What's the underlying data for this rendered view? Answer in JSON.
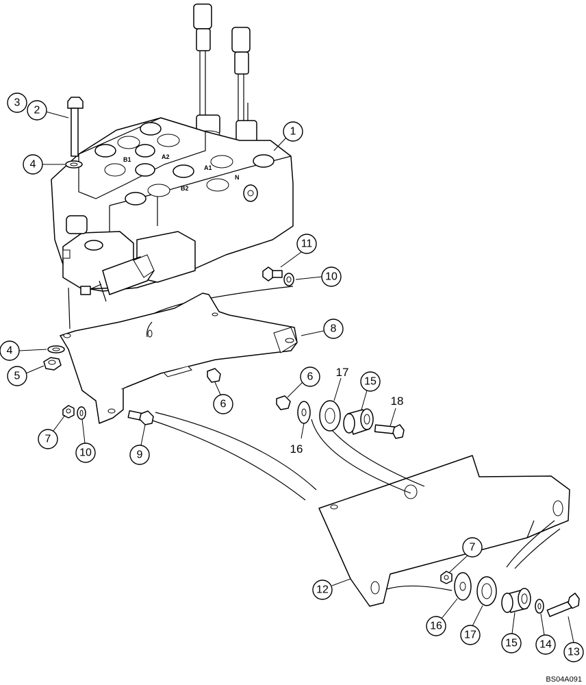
{
  "drawing_id": "BS04A091",
  "callouts": [
    {
      "label": "1"
    },
    {
      "label": "2"
    },
    {
      "label": "3"
    },
    {
      "label": "4"
    },
    {
      "label": "4"
    },
    {
      "label": "5"
    },
    {
      "label": "6"
    },
    {
      "label": "6"
    },
    {
      "label": "7"
    },
    {
      "label": "7"
    },
    {
      "label": "8"
    },
    {
      "label": "9"
    },
    {
      "label": "10"
    },
    {
      "label": "10"
    },
    {
      "label": "11"
    },
    {
      "label": "12"
    },
    {
      "label": "13"
    },
    {
      "label": "14"
    },
    {
      "label": "15"
    },
    {
      "label": "15"
    },
    {
      "label": "16"
    },
    {
      "label": "16"
    },
    {
      "label": "17"
    },
    {
      "label": "17"
    },
    {
      "label": "18"
    }
  ],
  "valve_markings": [
    "A1",
    "A2",
    "B1",
    "B2",
    "N"
  ]
}
